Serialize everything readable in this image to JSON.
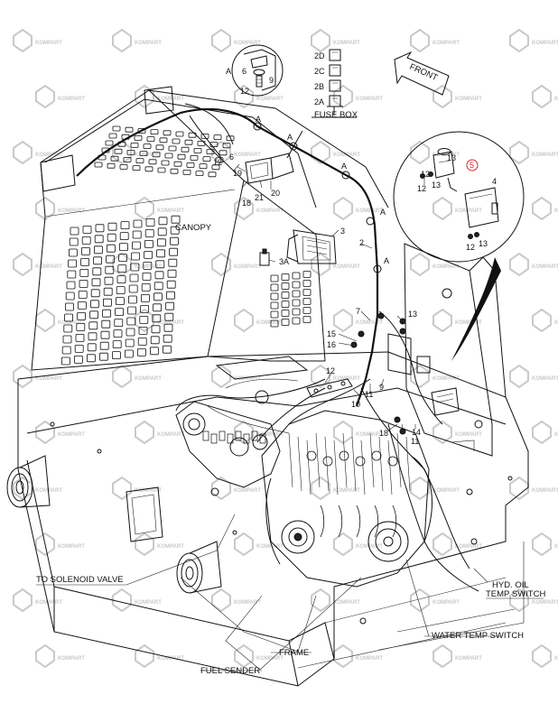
{
  "labels": {
    "fuse_box": "FUSE BOX",
    "canopy": "CANOPY",
    "front": "FRONT",
    "to_solenoid_valve": "TO SOLENOID VALVE",
    "hyd_oil_line1": "HYD. OIL",
    "hyd_oil_line2": "TEMP SWITCH",
    "water_temp_switch": "WATER TEMP SWITCH",
    "frame": "FRAME",
    "fuel_sender": "FUEL SENDER"
  },
  "fuses": [
    "2D",
    "2C",
    "2B",
    "2A"
  ],
  "callouts": {
    "a_detail_a": "A",
    "a_detail_6": "6",
    "a_detail_9": "9",
    "a_detail_12": "12",
    "a1": "A",
    "a2": "A",
    "a3": "A",
    "a4": "A",
    "a5": "A",
    "c12": "12",
    "c6": "6",
    "c19": "19",
    "c21": "21",
    "c18": "18",
    "c20": "20",
    "c3": "3",
    "c3a": "3A",
    "c2": "2",
    "c7": "7",
    "c15": "15",
    "c16": "16",
    "c13": "13",
    "c12b": "12",
    "c10": "10",
    "c11": "11",
    "c9": "9",
    "c18b": "18",
    "c11b": "11",
    "c14": "14",
    "c12c": "12",
    "c13b": "13",
    "c5": "5",
    "c12d": "12",
    "c13c": "13",
    "c4": "4",
    "c12e": "12",
    "c13d": "13"
  },
  "watermark": "KOMPART",
  "colors": {
    "highlight": "#d8262d",
    "watermark": "#c9c9c9",
    "ink": "#111111"
  }
}
